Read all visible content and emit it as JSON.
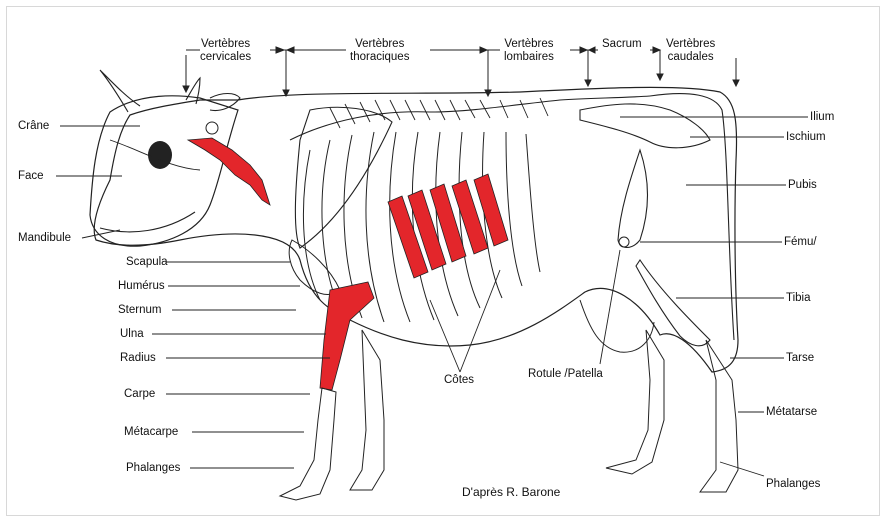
{
  "figure": {
    "credit": "D'après R. Barone",
    "colors": {
      "highlight": "#e3262b",
      "line": "#222222",
      "background": "#ffffff"
    }
  },
  "regions": [
    {
      "line1": "Vertèbres",
      "line2": "cervicales"
    },
    {
      "line1": "Vertèbres",
      "line2": "thoraciques"
    },
    {
      "line1": "Vertèbres",
      "line2": "lombaires"
    },
    {
      "line1": "Sacrum",
      "line2": ""
    },
    {
      "line1": "Vertèbres",
      "line2": "caudales"
    }
  ],
  "labels_left": [
    "Crâne",
    "Face",
    "Mandibule",
    "Scapula",
    "Humérus",
    "Sternum",
    "Ulna",
    "Radius",
    "Carpe",
    "Métacarpe",
    "Phalanges"
  ],
  "labels_right": [
    "Ilium",
    "Ischium",
    "Pubis",
    "Fému/",
    "Tibia",
    "Tarse",
    "Métatarse",
    "Phalanges"
  ],
  "labels_bottom": [
    "Côtes",
    "Rotule /Patella"
  ]
}
